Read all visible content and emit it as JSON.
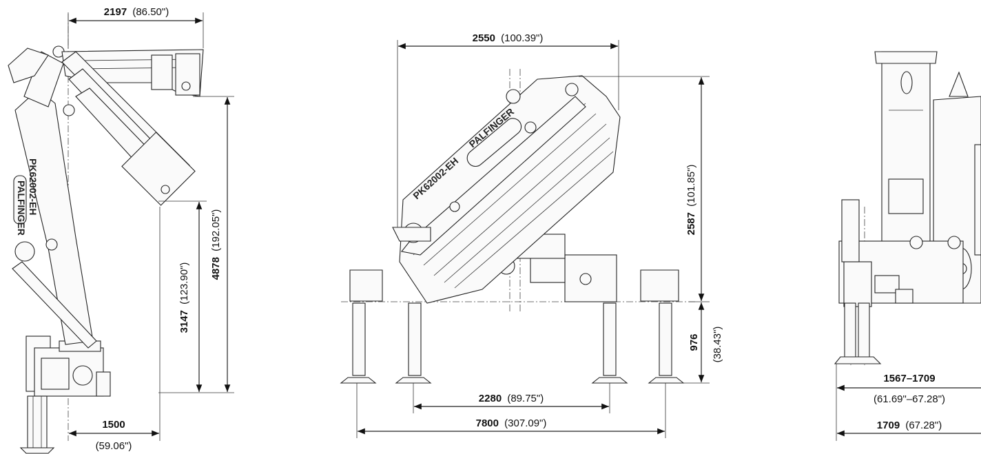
{
  "dimensions": {
    "left_top_width": {
      "value": "2197",
      "inch": "(86.50\")"
    },
    "left_folded_height": {
      "value": "3147",
      "inch": "(123.90\")"
    },
    "left_total_height": {
      "value": "4878",
      "inch": "(192.05\")"
    },
    "left_bottom_width": {
      "value": "1500",
      "inch": "(59.06\")"
    },
    "center_top_width": {
      "value": "2550",
      "inch": "(100.39\")"
    },
    "center_height": {
      "value": "2587",
      "inch": "(101.85\")"
    },
    "center_support_height": {
      "value": "976",
      "inch": "(38.43\")"
    },
    "center_inner_span": {
      "value": "2280",
      "inch": "(89.75\")"
    },
    "center_outer_span": {
      "value": "7800",
      "inch": "(307.09\")"
    },
    "right_range": {
      "value": "1567–1709",
      "inch": "(61.69\"–67.28\")"
    },
    "right_width": {
      "value": "1709",
      "inch": "(67.28\")"
    }
  },
  "labels": {
    "model": "PK62002-EH",
    "brand": "PALFINGER"
  },
  "colors": {
    "line": "#222222",
    "background": "#ffffff"
  }
}
